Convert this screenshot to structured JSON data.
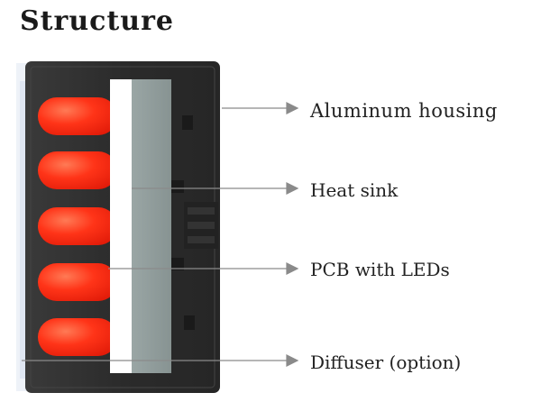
{
  "title": "Structure",
  "callouts": [
    {
      "label": "Aluminum housing"
    },
    {
      "label": "Heat sink"
    },
    {
      "label": "PCB with LEDs"
    },
    {
      "label": "Diffuser (option)"
    }
  ],
  "colors": {
    "housing": "#2e2e2e",
    "heat_sink": "#8e9b9a",
    "pcb": "#ffffff",
    "led": "#ff2a10",
    "leader_line": "#8a8a8a",
    "diffuser_edge": "#dfe6f2"
  },
  "led_count": 5
}
